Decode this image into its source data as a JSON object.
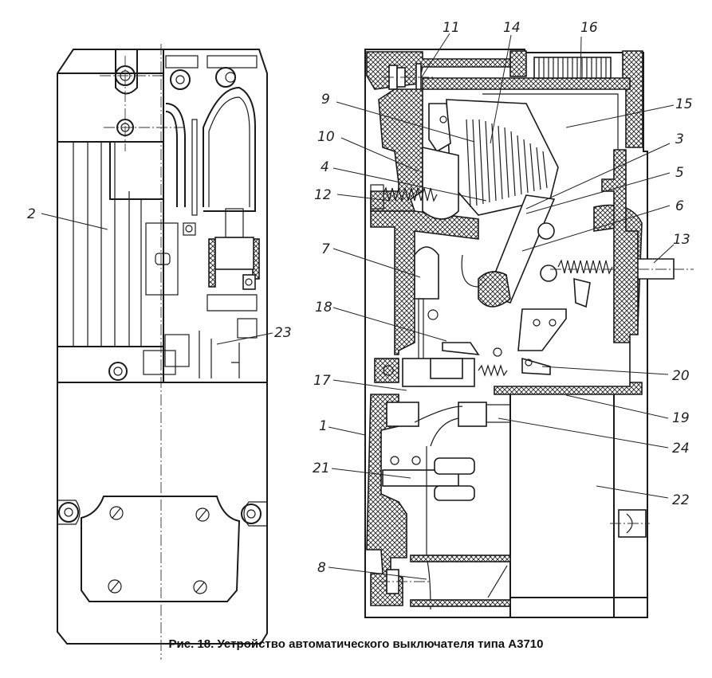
{
  "figure": {
    "caption": "Рис. 18. Устройство автоматического выключателя типа А3710",
    "views": [
      {
        "name": "front-view",
        "labels": [
          {
            "id": "2",
            "text": "2"
          },
          {
            "id": "23",
            "text": "23"
          }
        ]
      },
      {
        "name": "section-view",
        "labels": [
          {
            "id": "11",
            "text": "11"
          },
          {
            "id": "14",
            "text": "14"
          },
          {
            "id": "16",
            "text": "16"
          },
          {
            "id": "9",
            "text": "9"
          },
          {
            "id": "15",
            "text": "15"
          },
          {
            "id": "10",
            "text": "10"
          },
          {
            "id": "3",
            "text": "3"
          },
          {
            "id": "4",
            "text": "4"
          },
          {
            "id": "5",
            "text": "5"
          },
          {
            "id": "12",
            "text": "12"
          },
          {
            "id": "6",
            "text": "6"
          },
          {
            "id": "7",
            "text": "7"
          },
          {
            "id": "13",
            "text": "13"
          },
          {
            "id": "18",
            "text": "18"
          },
          {
            "id": "20",
            "text": "20"
          },
          {
            "id": "17",
            "text": "17"
          },
          {
            "id": "19",
            "text": "19"
          },
          {
            "id": "1",
            "text": "1"
          },
          {
            "id": "24",
            "text": "24"
          },
          {
            "id": "21",
            "text": "21"
          },
          {
            "id": "22",
            "text": "22"
          },
          {
            "id": "8",
            "text": "8"
          }
        ]
      }
    ]
  },
  "labels": {
    "l1": "1",
    "l2": "2",
    "l3": "3",
    "l4": "4",
    "l5": "5",
    "l6": "6",
    "l7": "7",
    "l8": "8",
    "l9": "9",
    "l10": "10",
    "l11": "11",
    "l12": "12",
    "l13": "13",
    "l14": "14",
    "l15": "15",
    "l16": "16",
    "l17": "17",
    "l18": "18",
    "l19": "19",
    "l20": "20",
    "l21": "21",
    "l22": "22",
    "l23": "23",
    "l24": "24"
  }
}
